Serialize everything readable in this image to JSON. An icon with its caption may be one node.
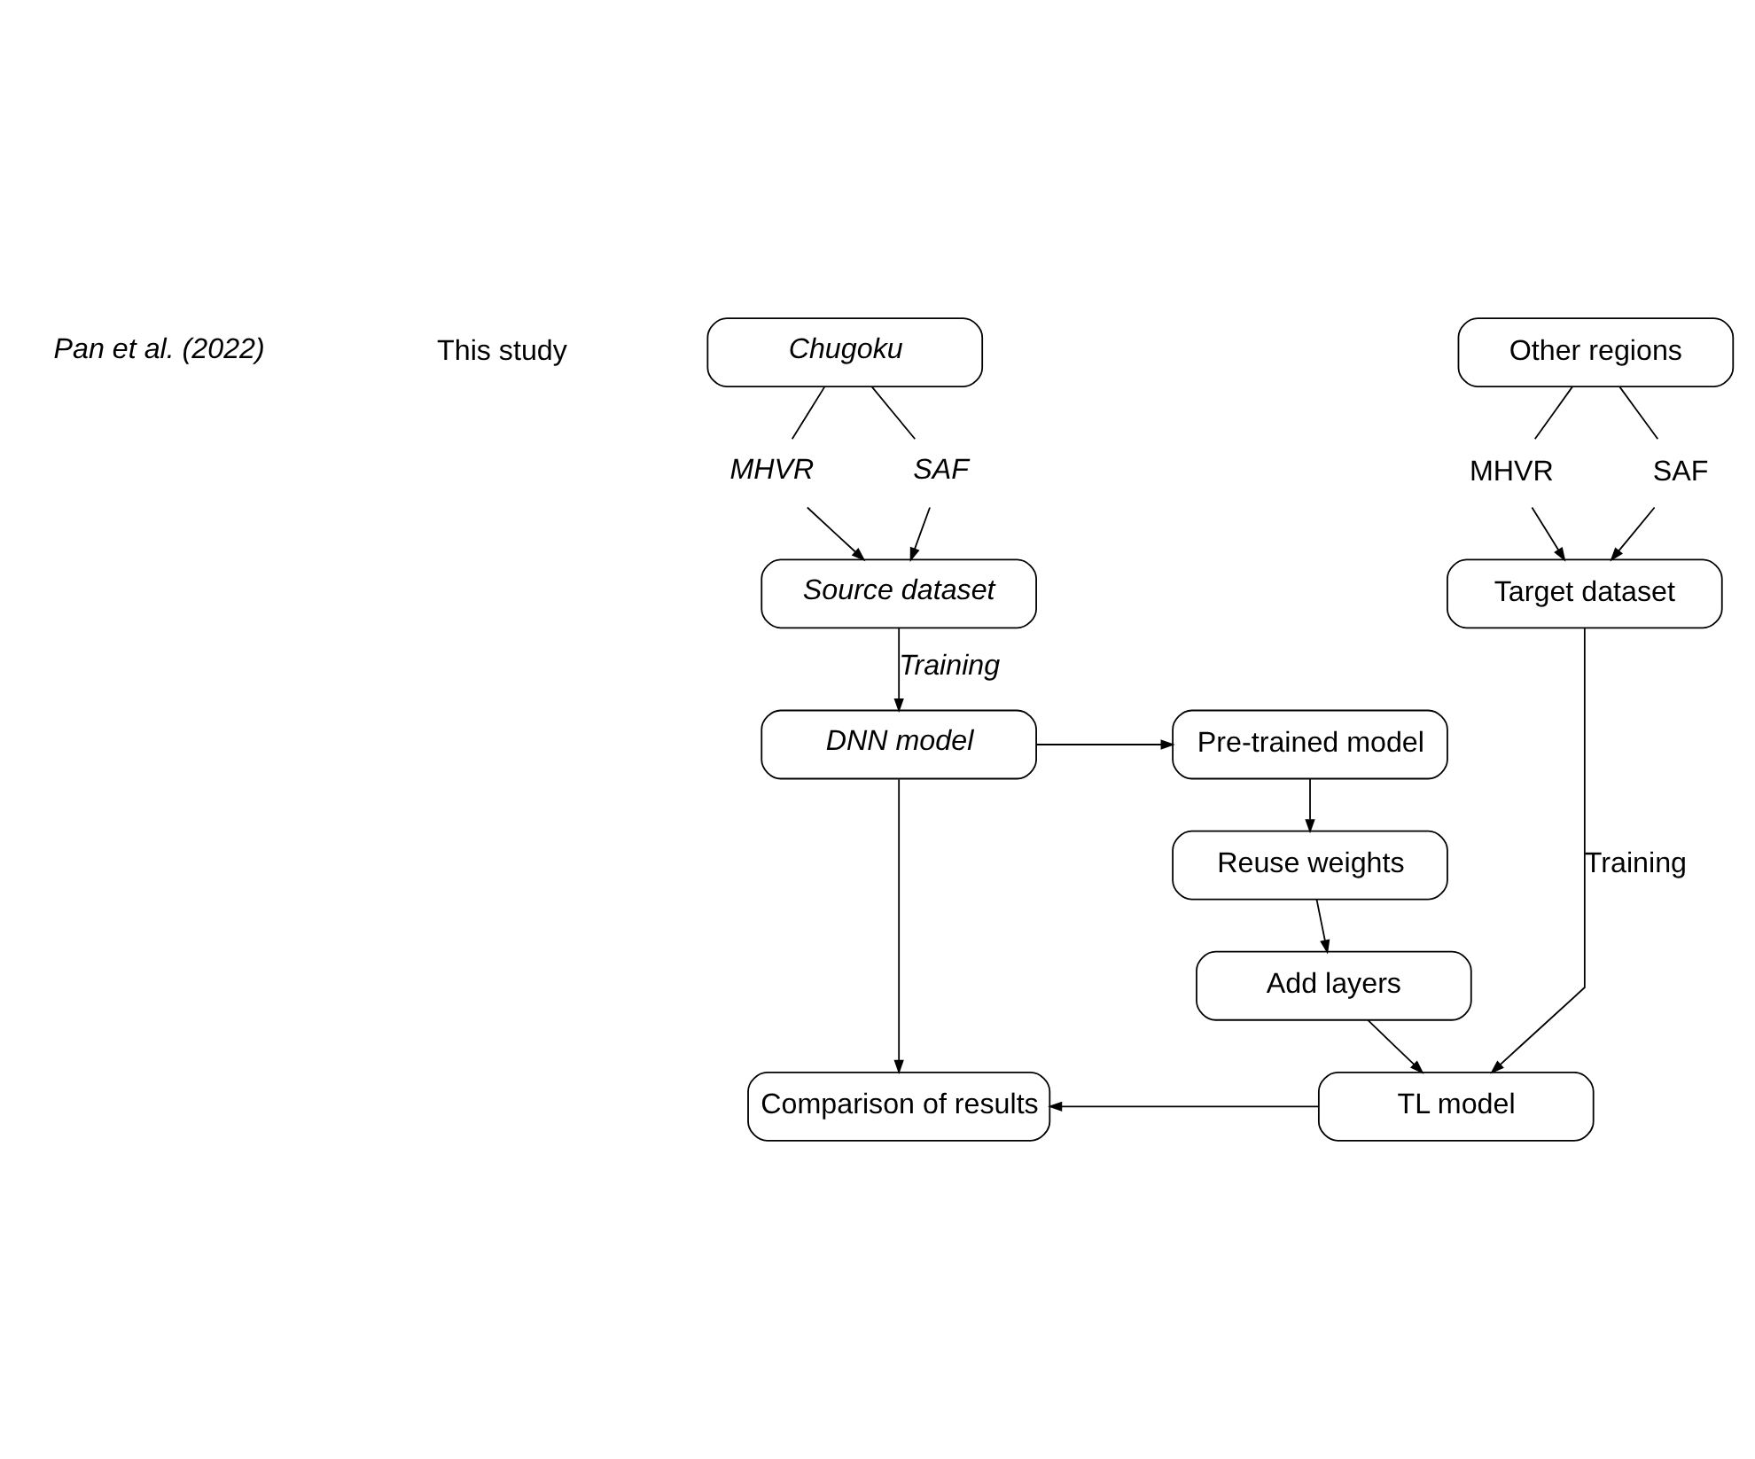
{
  "diagram": {
    "nodes": [
      {
        "text": [
          "Chugoku"
        ]
      },
      {
        "text": [
          "MHVR"
        ]
      },
      {
        "text": [
          "SAF"
        ]
      },
      {
        "text": [
          "Source dataset"
        ]
      },
      {
        "text": [
          "DNN model"
        ]
      },
      {
        "text": [
          "Other regions"
        ]
      },
      {
        "text": [
          "MHVR"
        ]
      },
      {
        "text": [
          "SAF"
        ]
      },
      {
        "text": [
          "Target dataset"
        ]
      },
      {
        "text": [
          "Pre-trained model"
        ]
      },
      {
        "text": [
          "Reuse weights"
        ]
      },
      {
        "text": [
          "Add layers"
        ]
      },
      {
        "text": [
          "TL model"
        ]
      },
      {
        "text": [
          "Comparison of results"
        ]
      }
    ],
    "edges": [
      {
        "from": 0,
        "to": 1,
        "arrow": "none"
      },
      {
        "from": 0,
        "to": 2,
        "arrow": "none"
      },
      {
        "from": 1,
        "to": 3,
        "arrow": "to"
      },
      {
        "from": 2,
        "to": 3,
        "arrow": "to"
      },
      {
        "from": 3,
        "to": 4,
        "arrow": "to",
        "label": "Training"
      },
      {
        "from": 4,
        "to": 9,
        "arrow": "to"
      },
      {
        "from": 4,
        "to": 13,
        "arrow": "to"
      },
      {
        "from": 5,
        "to": 6,
        "arrow": "none"
      },
      {
        "from": 5,
        "to": 7,
        "arrow": "none"
      },
      {
        "from": 6,
        "to": 8,
        "arrow": "to"
      },
      {
        "from": 7,
        "to": 8,
        "arrow": "to"
      },
      {
        "from": 8,
        "to": 12,
        "arrow": "to",
        "label": "Training"
      },
      {
        "from": 9,
        "to": 10,
        "arrow": "to"
      },
      {
        "from": 10,
        "to": 11,
        "arrow": "to"
      },
      {
        "from": 11,
        "to": 12,
        "arrow": "to"
      },
      {
        "from": 12,
        "to": 13,
        "arrow": "to"
      }
    ],
    "labels": [
      "Pan et al. (2022)",
      "This study"
    ]
  }
}
